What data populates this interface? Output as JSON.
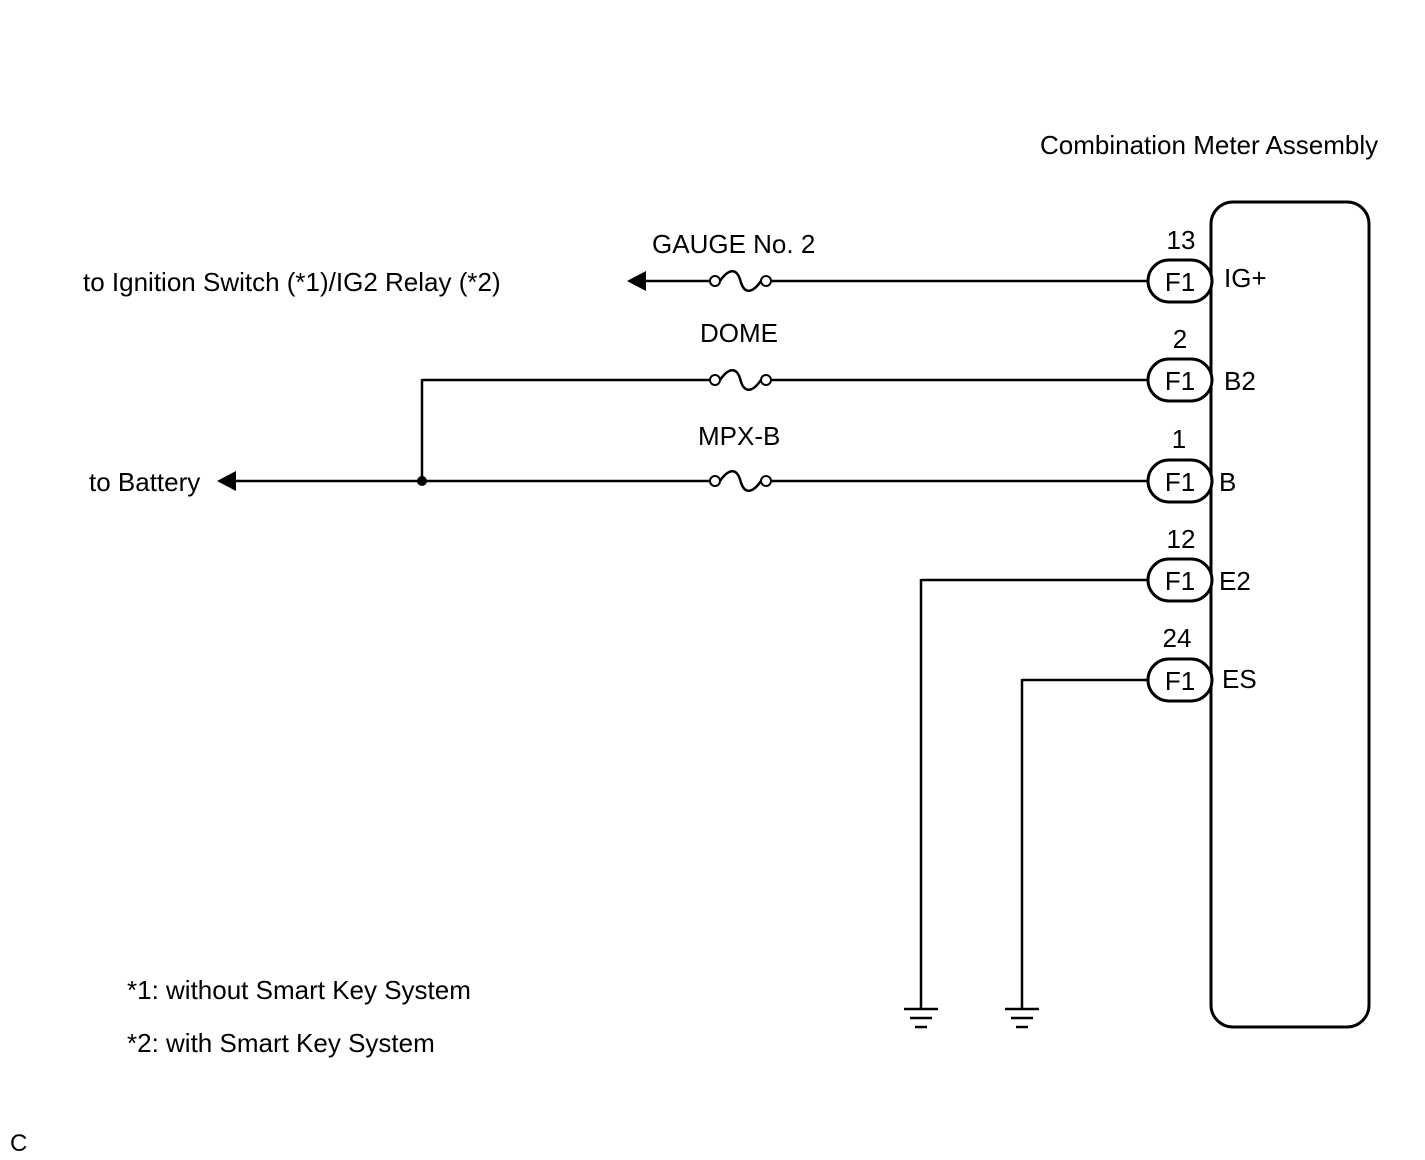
{
  "component": {
    "name": "Combination Meter Assembly"
  },
  "connector_id": "F1",
  "pins": [
    {
      "number": "13",
      "name": "IG+"
    },
    {
      "number": "2",
      "name": "B2"
    },
    {
      "number": "1",
      "name": "B"
    },
    {
      "number": "12",
      "name": "E2"
    },
    {
      "number": "24",
      "name": "ES"
    }
  ],
  "fuses": [
    {
      "name": "GAUGE No. 2"
    },
    {
      "name": "DOME"
    },
    {
      "name": "MPX-B"
    }
  ],
  "destinations": {
    "ignition": "to Ignition Switch (*1)/IG2 Relay (*2)",
    "battery": "to Battery"
  },
  "notes": [
    "*1: without Smart Key System",
    "*2: with Smart Key System"
  ],
  "corner_label": "C",
  "colors": {
    "line": "#000000",
    "background": "#ffffff"
  }
}
